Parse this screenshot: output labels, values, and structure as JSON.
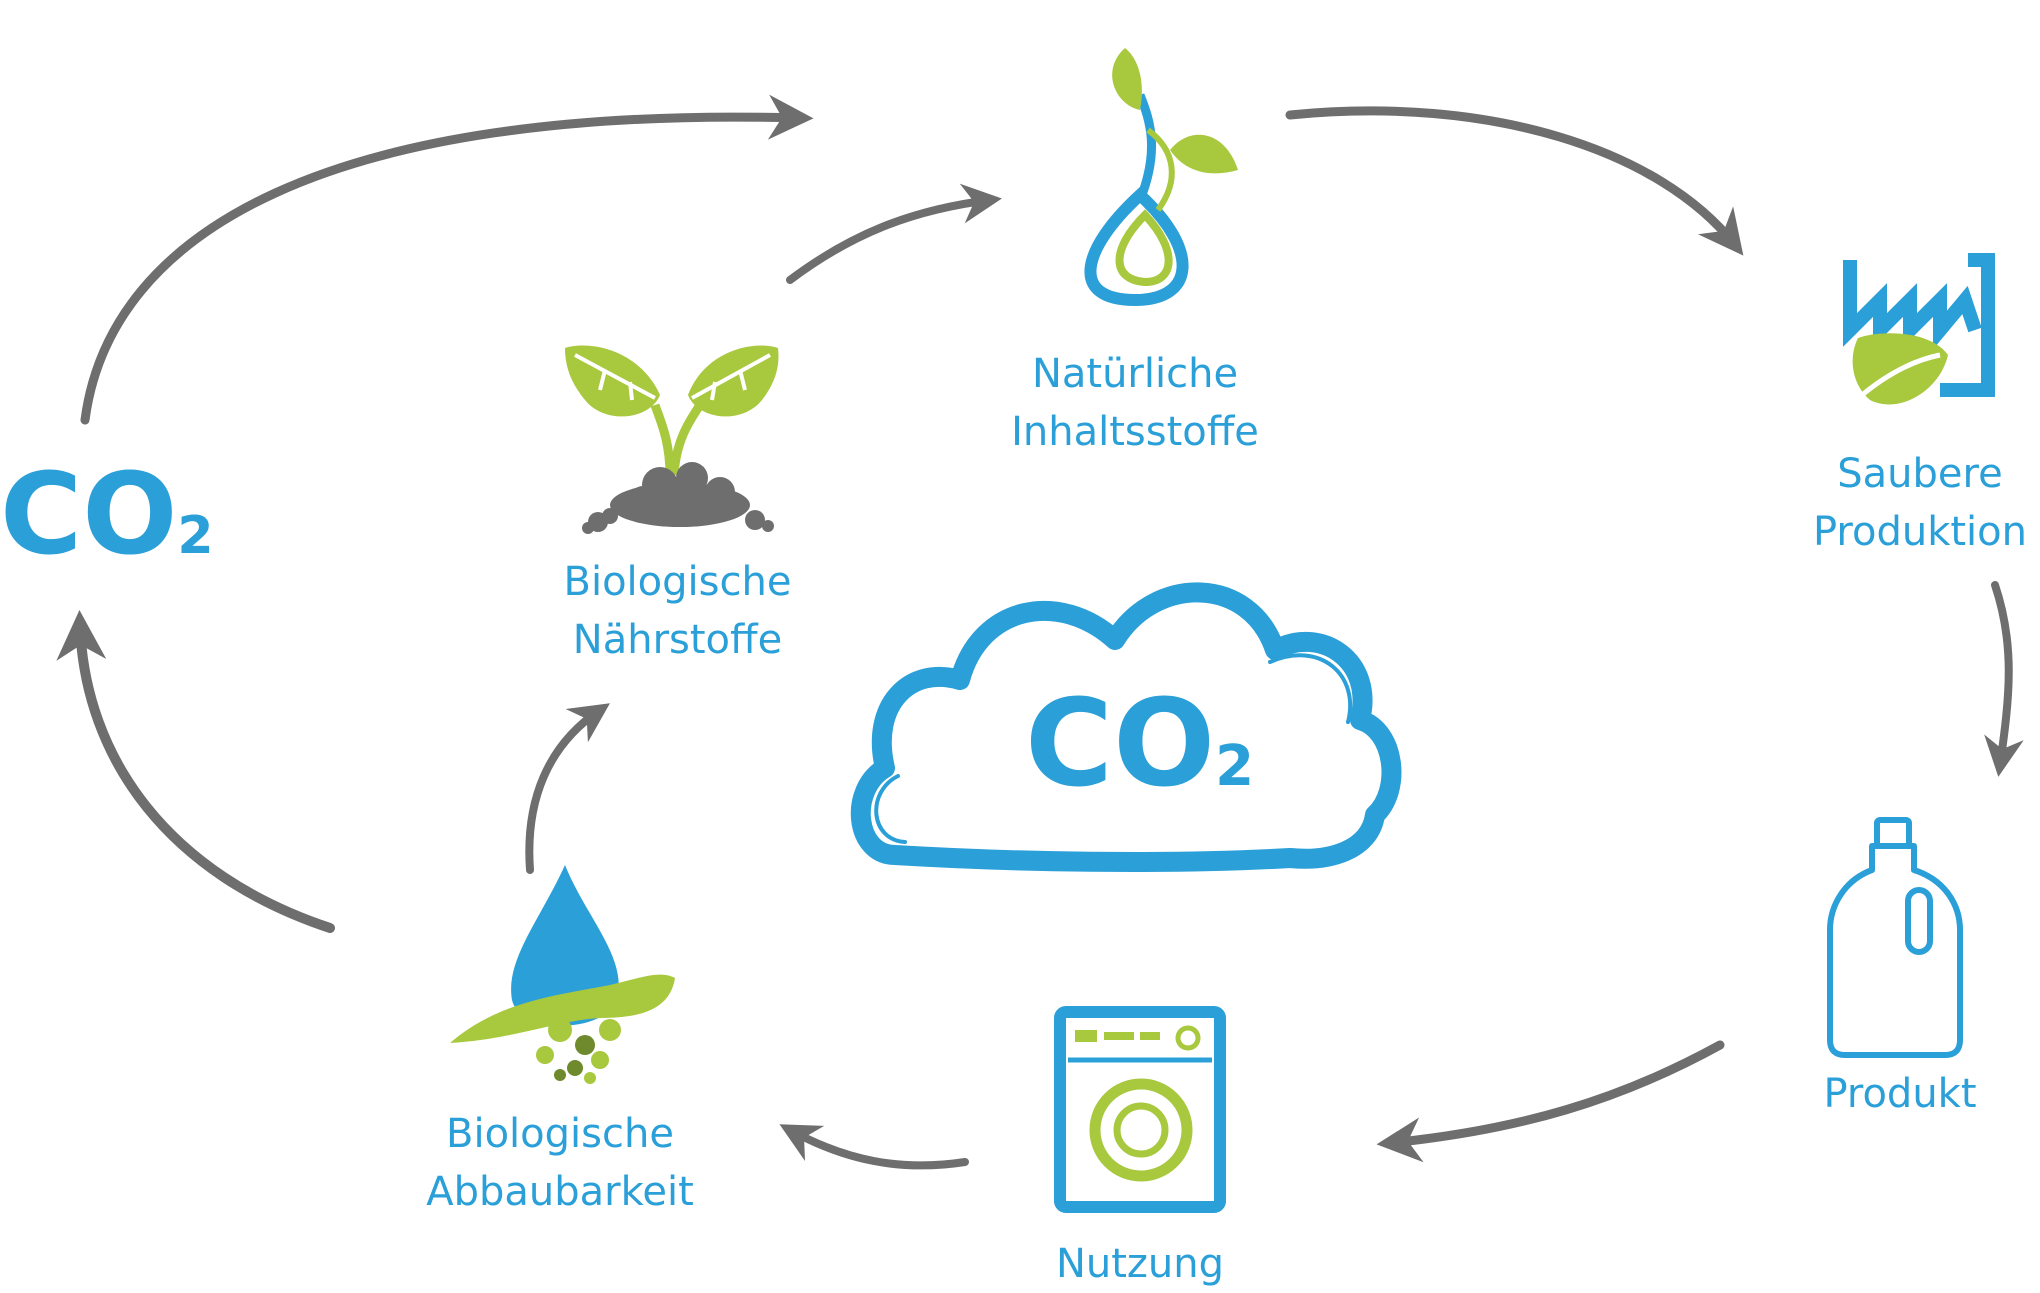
{
  "colors": {
    "blue": "#2a9fd8",
    "green": "#a8c83e",
    "dark_green": "#6f8a2c",
    "gray": "#6e6e6e"
  },
  "co2_left": {
    "main": "CO",
    "sub": "2"
  },
  "co2_center": {
    "main": "CO",
    "sub": "2"
  },
  "stages": [
    {
      "id": "naturliche",
      "icon": "seedling-drop-icon",
      "lines": [
        "Natürliche",
        "Inhaltsstoffe"
      ]
    },
    {
      "id": "produktion",
      "icon": "factory-leaf-icon",
      "lines": [
        "Saubere",
        "Produktion"
      ]
    },
    {
      "id": "produkt",
      "icon": "bottle-icon",
      "lines": [
        "Produkt"
      ]
    },
    {
      "id": "nutzung",
      "icon": "washing-machine-icon",
      "lines": [
        "Nutzung"
      ]
    },
    {
      "id": "abbau",
      "icon": "drop-soil-icon",
      "lines": [
        "Biologische",
        "Abbaubarkeit"
      ]
    },
    {
      "id": "nahrstoffe",
      "icon": "sprout-soil-icon",
      "lines": [
        "Biologische",
        "Nährstoffe"
      ]
    }
  ]
}
